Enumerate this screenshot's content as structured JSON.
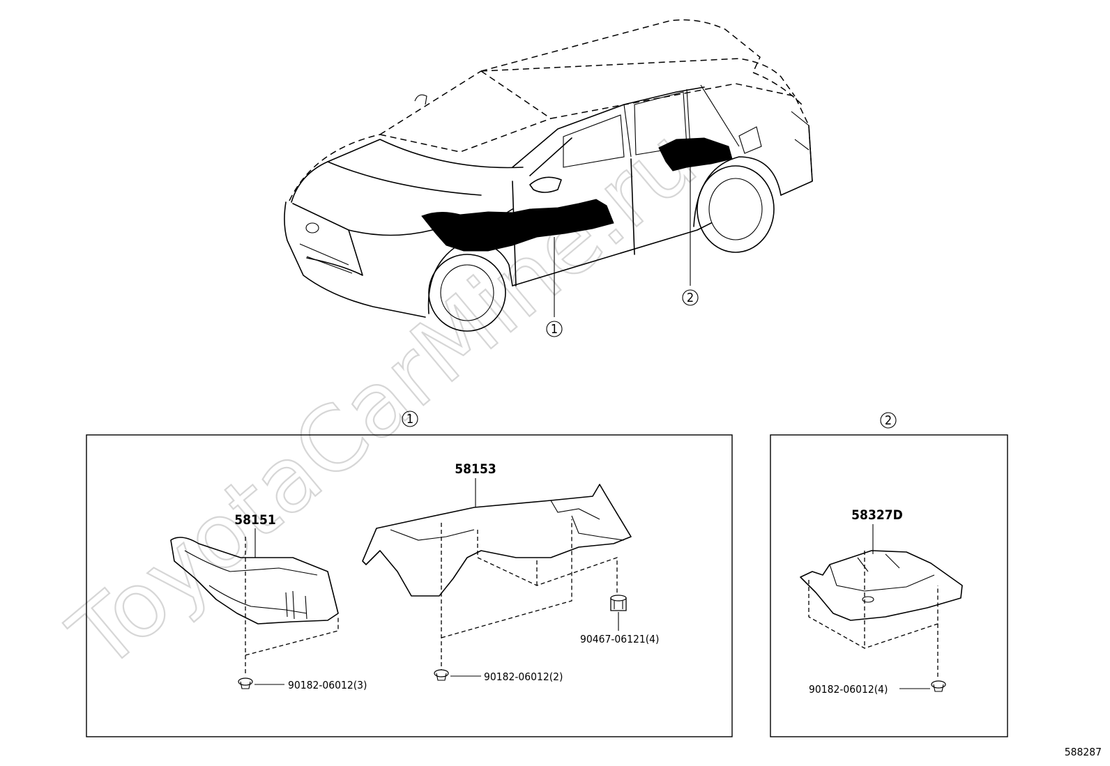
{
  "watermark": "ToyotaCarMine.ru",
  "callouts": {
    "one": "1",
    "two": "2"
  },
  "panel1": {
    "number": "1",
    "parts": {
      "p58151": "58151",
      "p58153": "58153"
    },
    "fasteners": {
      "f1": "90182-06012(3)",
      "f2": "90182-06012(2)",
      "f3": "90467-06121(4)"
    }
  },
  "panel2": {
    "number": "2",
    "parts": {
      "p58327D": "58327D"
    },
    "fasteners": {
      "f1": "90182-06012(4)"
    }
  },
  "diagram_id": "588287"
}
